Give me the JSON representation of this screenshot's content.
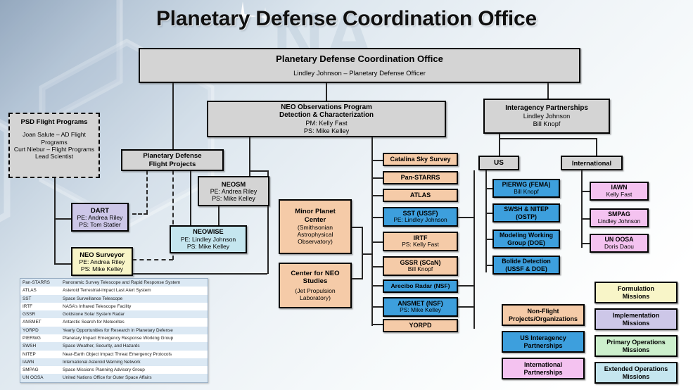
{
  "title": "Planetary Defense Coordination Office",
  "root": {
    "title": "Planetary Defense Coordination Office",
    "subtitle": "Lindley Johnson – Planetary Defense Officer"
  },
  "psd_flight_programs": {
    "title": "PSD Flight Programs",
    "lines": [
      "Joan Salute – AD Flight Programs",
      "Curt Niebur – Flight Programs Lead Scientist"
    ]
  },
  "flight_projects": {
    "line1": "Planetary Defense",
    "line2": "Flight Projects"
  },
  "neo_observations": {
    "line1": "NEO Observations Program",
    "line2": "Detection & Characterization",
    "line3": "PM: Kelly Fast",
    "line4": "PS: Mike Kelley"
  },
  "interagency": {
    "title": "Interagency Partnerships",
    "line2": "Lindley Johnson",
    "line3": "Bill Knopf"
  },
  "us_node": {
    "label": "US"
  },
  "intl_node": {
    "label": "International"
  },
  "missions": [
    {
      "name": "DART",
      "pe": "PE: Andrea Riley",
      "ps": "PS: Tom Statler",
      "color": "lav"
    },
    {
      "name": "NEO Surveyor",
      "pe": "PE: Andrea Riley",
      "ps": "PS: Mike Kelley",
      "color": "yel"
    },
    {
      "name": "NEOSM",
      "pe": "PE: Andrea Riley",
      "ps": "PS: Mike Kelley",
      "color": "grey"
    },
    {
      "name": "NEOWISE",
      "pe": "PE: Lindley Johnson",
      "ps": "PS: Mike Kelley",
      "color": "cyan"
    }
  ],
  "centers": [
    {
      "title1": "Minor Planet",
      "title2": "Center",
      "sub1": "(Smithsonian",
      "sub2": "Astrophysical",
      "sub3": "Observatory)"
    },
    {
      "title1": "Center for NEO",
      "title2": "Studies",
      "sub1": "(Jet Propulsion",
      "sub2": "Laboratory)",
      "sub3": ""
    }
  ],
  "observations_children": [
    {
      "name": "Catalina Sky Survey",
      "sub": "",
      "color": "peach"
    },
    {
      "name": "Pan-STARRS",
      "sub": "",
      "color": "peach"
    },
    {
      "name": "ATLAS",
      "sub": "",
      "color": "peach"
    },
    {
      "name": "SST (USSF)",
      "sub": "PE: Lindley Johnson",
      "color": "blue"
    },
    {
      "name": "IRTF",
      "sub": "PS: Kelly Fast",
      "color": "peach"
    },
    {
      "name": "GSSR (SCaN)",
      "sub": "Bill Knopf",
      "color": "peach"
    },
    {
      "name": "Arecibo Radar (NSF)",
      "sub": "",
      "color": "blue"
    },
    {
      "name": "ANSMET (NSF)",
      "sub": "PS: Mike Kelley",
      "color": "blue"
    },
    {
      "name": "YORPD",
      "sub": "",
      "color": "peach"
    }
  ],
  "us_children": [
    {
      "line1": "PIERWG (FEMA)",
      "line2": "Bill Knopf"
    },
    {
      "line1": "SWSH & NITEP",
      "line2": "(OSTP)"
    },
    {
      "line1": "Modeling Working",
      "line2": "Group (DOE)"
    },
    {
      "line1": "Bolide Detection",
      "line2": "(USSF &  DOE)"
    }
  ],
  "intl_children": [
    {
      "line1": "IAWN",
      "line2": "Kelly Fast"
    },
    {
      "line1": "SMPAG",
      "line2": "Lindley Johnson"
    },
    {
      "line1": "UN OOSA",
      "line2": "Doris Daou"
    }
  ],
  "acronyms": [
    {
      "abbr": "Pan-STARRS",
      "meaning": "Panoramic Survey Telescope and Rapid Response System"
    },
    {
      "abbr": "ATLAS",
      "meaning": "Asteroid Terrestrial-impact Last Alert System"
    },
    {
      "abbr": "SST",
      "meaning": "Space Surveillance Telescope"
    },
    {
      "abbr": "IRTF",
      "meaning": "NASA’s Infrared Telescope Facility"
    },
    {
      "abbr": "GSSR",
      "meaning": "Goldstone Solar System Radar"
    },
    {
      "abbr": "ANSMET",
      "meaning": "Antarctic Search for Meteorites"
    },
    {
      "abbr": "YORPD",
      "meaning": "Yearly Opportunities for Research in Planetary Defense"
    },
    {
      "abbr": "PIERWG",
      "meaning": "Planetary Impact Emergency Response Working Group"
    },
    {
      "abbr": "SWSH",
      "meaning": "Space Weather, Security, and Hazards"
    },
    {
      "abbr": "NITEP",
      "meaning": "Near-Earth Object Impact Threat Emergency Protocols"
    },
    {
      "abbr": "IAWN",
      "meaning": "International Asteroid Warning Network"
    },
    {
      "abbr": "SMPAG",
      "meaning": "Space Missions Planning Advisory Group"
    },
    {
      "abbr": "UN OOSA",
      "meaning": "United Nations Office for Outer Space Affairs"
    }
  ],
  "key_left": [
    {
      "line1": "Non-Flight",
      "line2": "Projects/Organizations",
      "color": "peach"
    },
    {
      "line1": "US Interagency",
      "line2": "Partnerships",
      "color": "blue"
    },
    {
      "line1": "International",
      "line2": "Partnerships",
      "color": "pink"
    }
  ],
  "key_right": [
    {
      "line1": "Formulation",
      "line2": "Missions",
      "color": "yel"
    },
    {
      "line1": "Implementation",
      "line2": "Missions",
      "color": "lav"
    },
    {
      "line1": "Primary Operations",
      "line2": "Missions",
      "color": "grn"
    },
    {
      "line1": "Extended Operations",
      "line2": "Missions",
      "color": "cyan"
    }
  ],
  "colors": {
    "non_flight": "#f5cba8",
    "us_interagency": "#3d9fdd",
    "international": "#f4c2f0",
    "formulation": "#f8f5c8",
    "implementation": "#cdc7e8",
    "primary_ops": "#ccefcc",
    "extended_ops": "#c5e6ef",
    "org_grey": "#d4d4d4"
  }
}
